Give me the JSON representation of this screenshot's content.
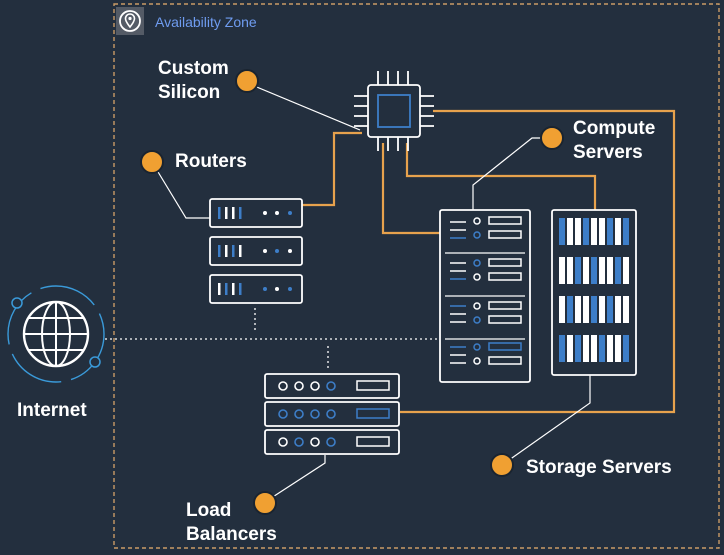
{
  "zone": {
    "title": "Availability Zone",
    "icon": "location-pin-icon"
  },
  "labels": {
    "custom_silicon": [
      "Custom",
      "Silicon"
    ],
    "routers": "Routers",
    "compute_servers": [
      "Compute",
      "Servers"
    ],
    "storage_servers": "Storage Servers",
    "load_balancers": [
      "Load",
      "Balancers"
    ],
    "internet": "Internet"
  },
  "colors": {
    "background": "#232f3e",
    "zone_border": "#c99b66",
    "connector": "#e7a24d",
    "marker": "#f0a032",
    "outline": "#ffffff",
    "accent_blue": "#3d7ec8",
    "internet_ring": "#3a9ad9"
  }
}
